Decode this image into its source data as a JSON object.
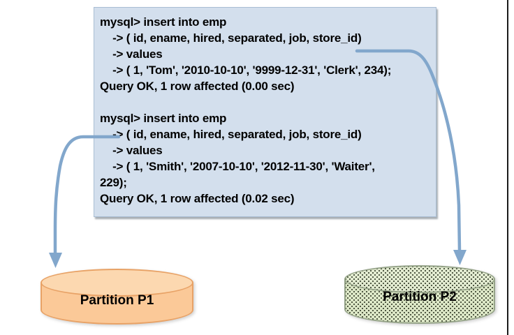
{
  "colors": {
    "page-bg": "#ffffff",
    "terminal-bg": "#d3dfed",
    "terminal-border": "#a9bed3",
    "arrow": "#82a7cc",
    "p1-fill": "#fbc998",
    "p1-top": "#fcd8b0",
    "p1-border": "#e8a266",
    "p2-fill": "#dce7c6",
    "p2-top": "#e2ebd0",
    "p2-border": "#96a489",
    "p2-dot": "#3a422f",
    "code-text": "#000000",
    "frame-line": "#1b1b1b"
  },
  "terminal": {
    "blocks": [
      {
        "lines": [
          "mysql> insert into emp",
          "    -> ( id, ename, hired, separated, job, store_id)",
          "    -> values",
          "    -> ( 1, 'Tom', '2010-10-10', '9999-12-31', 'Clerk', 234);",
          "Query OK, 1 row affected (0.00 sec)"
        ]
      },
      {
        "lines": [
          "mysql> insert into emp",
          "    -> ( id, ename, hired, separated, job, store_id)",
          "    -> values",
          "    -> ( 1, 'Smith', '2007-10-10', '2012-11-30', 'Waiter',",
          "229);",
          "Query OK, 1 row affected (0.02 sec)"
        ]
      }
    ]
  },
  "partitions": [
    {
      "label": "Partition P1"
    },
    {
      "label": "Partition P2"
    }
  ]
}
